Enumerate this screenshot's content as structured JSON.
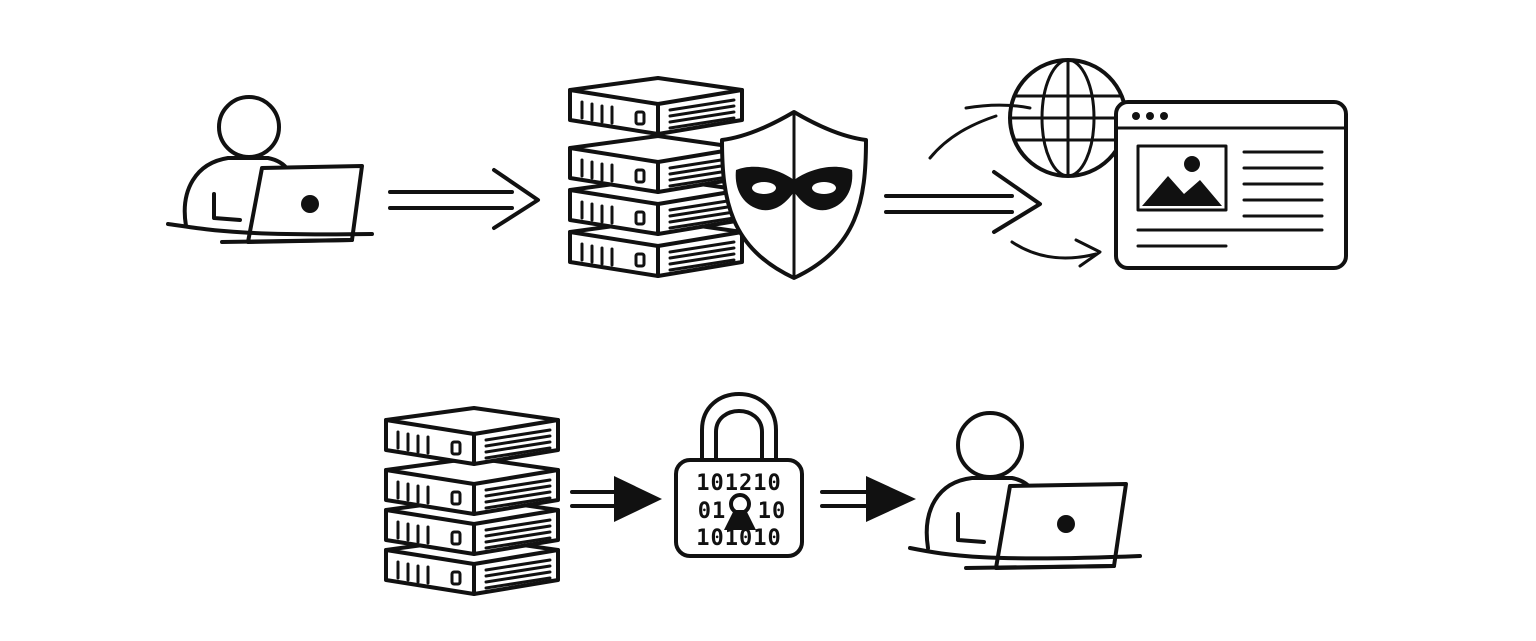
{
  "diagram": {
    "flows": [
      {
        "id": "proxy-flow",
        "nodes": [
          "user-at-laptop",
          "server-stack",
          "anonymity-shield",
          "globe",
          "web-page"
        ],
        "icons": [
          "person-icon",
          "laptop-icon",
          "server-icon",
          "shield-mask-icon",
          "globe-icon",
          "browser-window-icon",
          "image-icon"
        ]
      },
      {
        "id": "encryption-flow",
        "nodes": [
          "server-stack",
          "encrypted-lock",
          "user-at-laptop"
        ],
        "icons": [
          "server-icon",
          "padlock-icon",
          "person-icon",
          "laptop-icon"
        ]
      }
    ],
    "lock_bits": {
      "row1": "101210",
      "row2_left": "01",
      "row2_right": "10",
      "row3": "101010"
    },
    "colors": {
      "ink": "#111111",
      "paper": "#ffffff"
    }
  }
}
